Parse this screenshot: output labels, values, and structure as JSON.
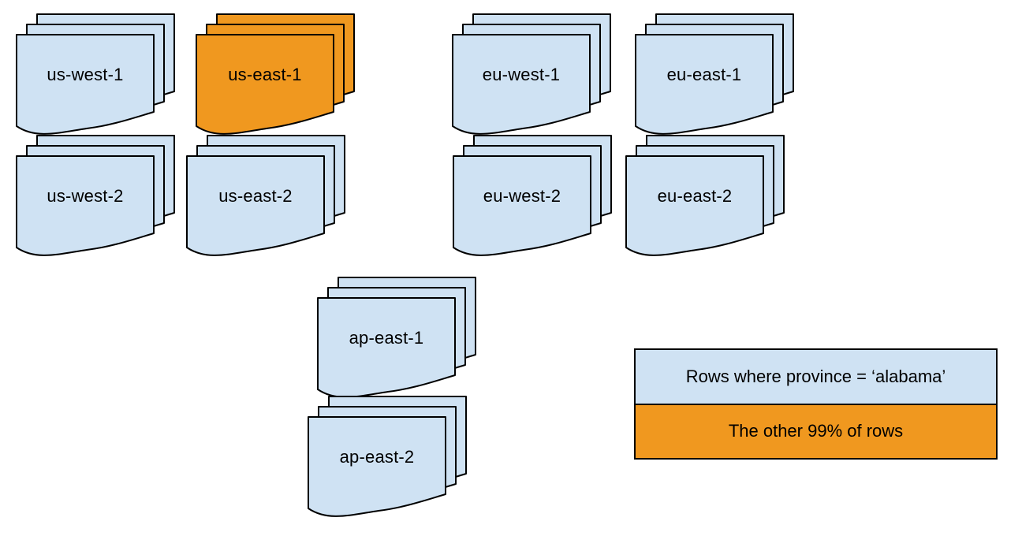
{
  "colors": {
    "doc_blue": "#cfe2f3",
    "doc_orange": "#f0981f",
    "stroke": "#000000",
    "text": "#000000",
    "background": "#ffffff"
  },
  "stacks": [
    {
      "label": "us-west-1",
      "variant": "blue"
    },
    {
      "label": "us-east-1",
      "variant": "orange"
    },
    {
      "label": "eu-west-1",
      "variant": "blue"
    },
    {
      "label": "eu-east-1",
      "variant": "blue"
    },
    {
      "label": "us-west-2",
      "variant": "blue"
    },
    {
      "label": "us-east-2",
      "variant": "blue"
    },
    {
      "label": "eu-west-2",
      "variant": "blue"
    },
    {
      "label": "eu-east-2",
      "variant": "blue"
    },
    {
      "label": "ap-east-1",
      "variant": "blue"
    },
    {
      "label": "ap-east-2",
      "variant": "blue"
    }
  ],
  "legend": {
    "rows": [
      {
        "label": "Rows where province = ‘alabama’",
        "variant": "blue"
      },
      {
        "label": "The other 99% of rows",
        "variant": "orange"
      }
    ]
  }
}
